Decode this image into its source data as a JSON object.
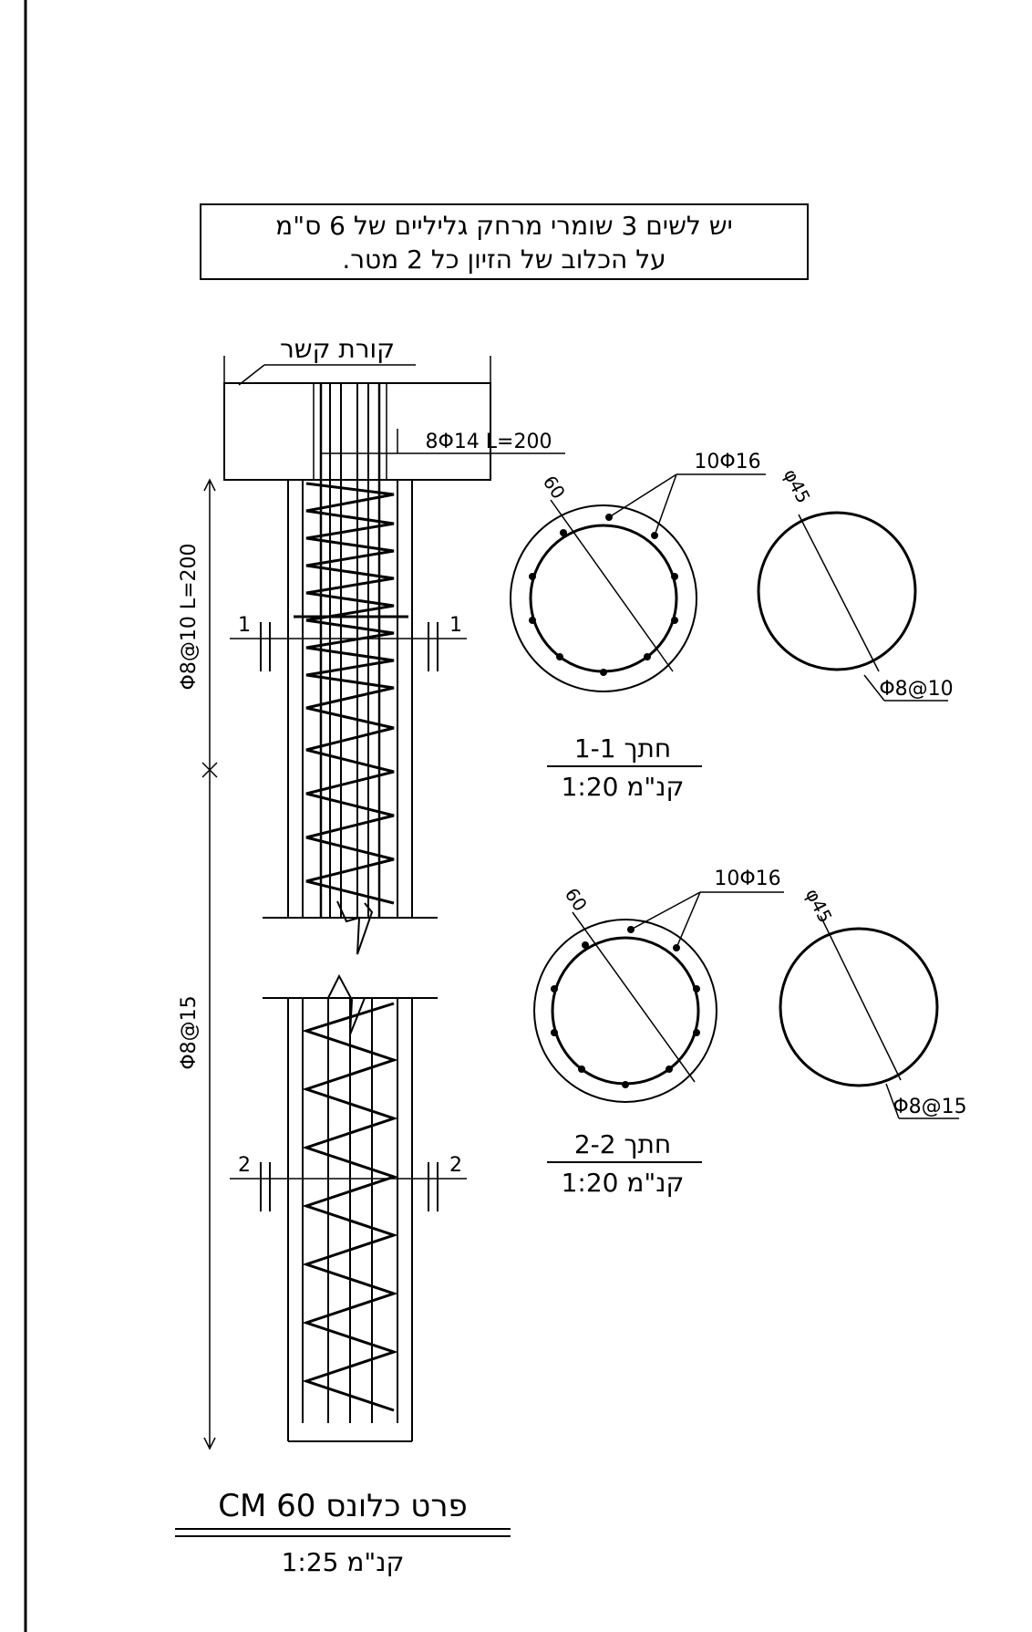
{
  "note": {
    "line1": "יש לשים 3 שומרי מרחק גליליים של 6 ס\"מ",
    "line2": "על הכלוב של הזיון כל 2 מטר."
  },
  "elevation": {
    "tie_beam": "קורת קשר",
    "dowels": "8Φ14 L=200",
    "upper_stirrups": "Φ8@10 L=200",
    "lower_stirrups": "Φ8@15",
    "cut1_mark": "1",
    "cut2_mark": "2"
  },
  "section_1": {
    "outer_dim": "60",
    "inner_dim": "φ45",
    "main_bars": "10Φ16",
    "stirrups": "Φ8@10",
    "title": "חתך 1-1",
    "scale": "קנ\"מ 1:20"
  },
  "section_2": {
    "outer_dim": "60",
    "inner_dim": "φ45",
    "main_bars": "10Φ16",
    "stirrups": "Φ8@15",
    "title": "חתך 2-2",
    "scale": "קנ\"מ 1:20"
  },
  "detail": {
    "title": "פרט כלונס CM 60",
    "scale": "קנ\"מ 1:25"
  }
}
